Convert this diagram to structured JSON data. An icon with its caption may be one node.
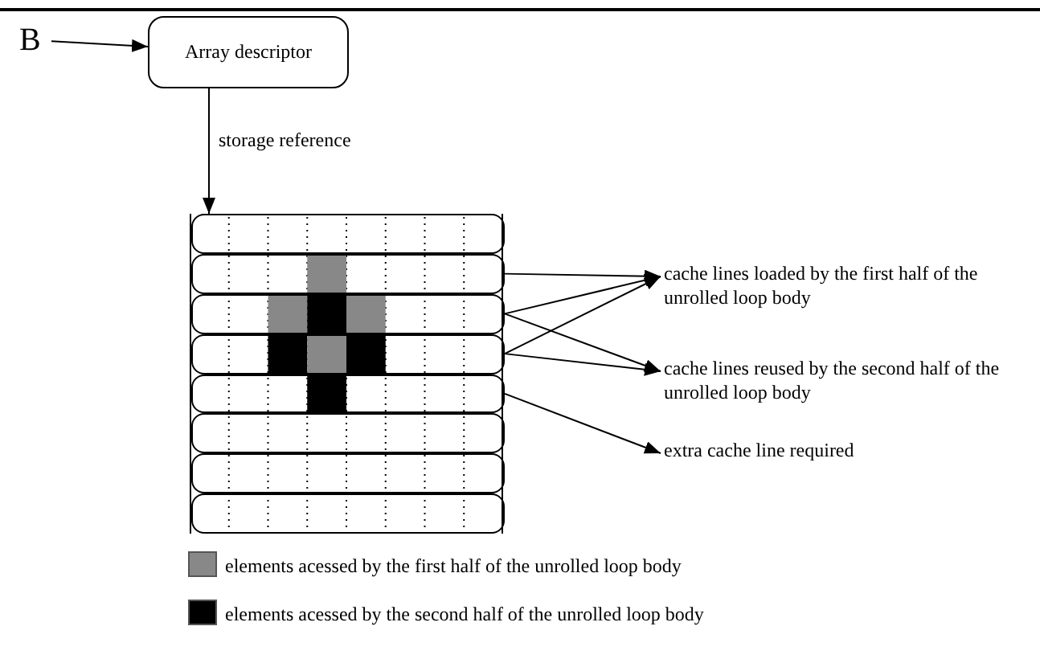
{
  "diagram": {
    "nodes": [
      {
        "text": [
          "B"
        ]
      },
      {
        "text": [
          "Array descriptor"
        ]
      },
      {
        "text": [],
        "shape": "box"
      },
      {
        "text": [],
        "shape": "box",
        "in": 2
      },
      {
        "text": [],
        "shape": "box",
        "in": 2
      },
      {
        "text": [],
        "shape": "box",
        "in": 2
      },
      {
        "text": [],
        "shape": "box",
        "in": 2
      },
      {
        "text": [],
        "shape": "box",
        "in": 2
      },
      {
        "text": [],
        "shape": "box",
        "in": 2
      },
      {
        "text": [],
        "shape": "box",
        "in": 2
      },
      {
        "text": [],
        "shape": "box",
        "in": 2
      },
      {
        "text": [
          "cache lines loaded by the first half of the unrolled loop body"
        ]
      },
      {
        "text": [
          "cache lines reused by the second half of the unrolled loop body"
        ]
      },
      {
        "text": [
          "extra cache line required"
        ]
      }
    ],
    "edges": [
      {
        "from": 0,
        "to": 1,
        "arrow": "to"
      },
      {
        "from": 1,
        "to": 2,
        "arrow": "to",
        "label": "storage reference"
      },
      {
        "from": 4,
        "to": 11,
        "arrow": "to"
      },
      {
        "from": 5,
        "to": 11,
        "arrow": "to"
      },
      {
        "from": 5,
        "to": 12,
        "arrow": "to"
      },
      {
        "from": 6,
        "to": 11,
        "arrow": "to"
      },
      {
        "from": 6,
        "to": 12,
        "arrow": "to"
      },
      {
        "from": 7,
        "to": 13,
        "arrow": "to"
      }
    ],
    "legend": [
      {
        "text": "elements acessed by the first half of the unrolled loop body",
        "color": "#888888"
      },
      {
        "text": "elements acessed by the second half of the unrolled loop body",
        "color": "#000000"
      }
    ]
  }
}
